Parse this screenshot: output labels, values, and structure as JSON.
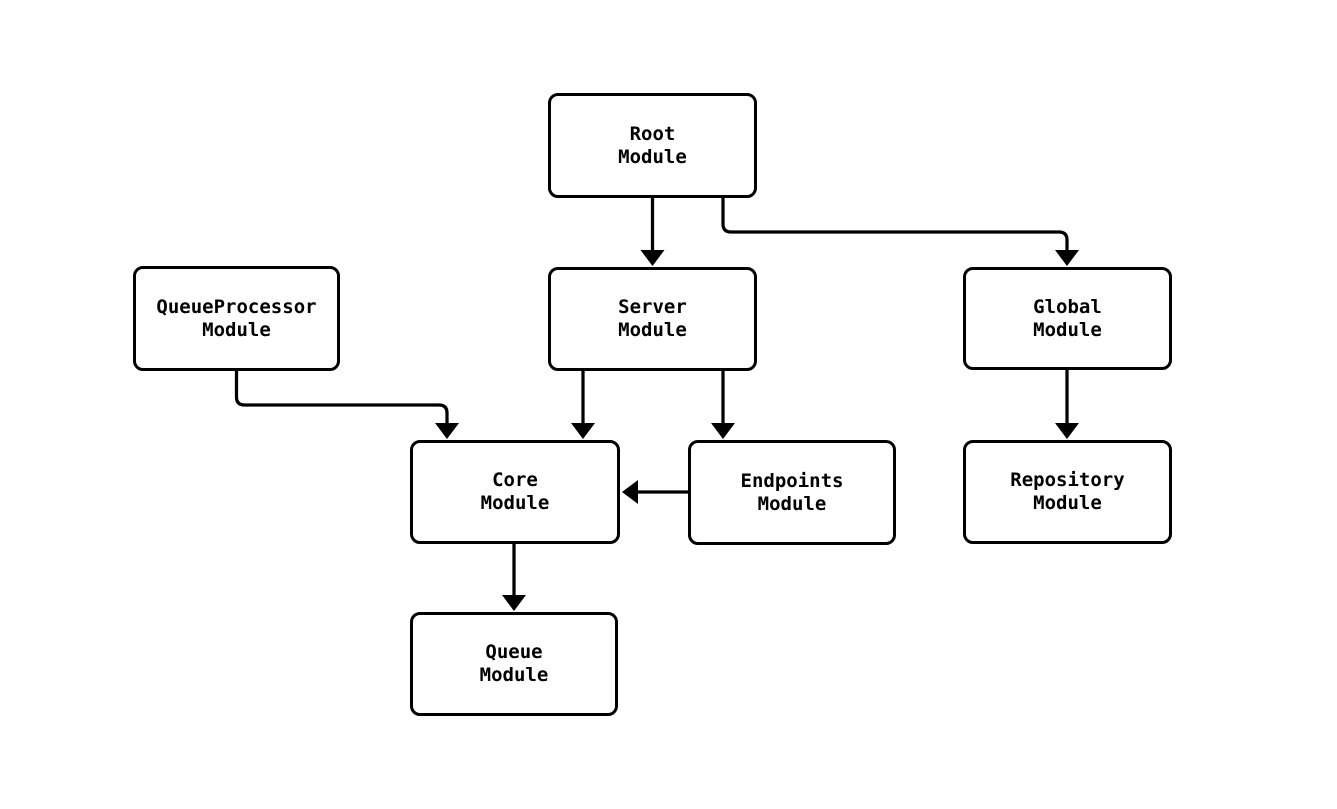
{
  "diagram": {
    "type": "flowchart",
    "background_color": "#ffffff",
    "node_fill_color": "#ffffff",
    "node_border_color": "#000000",
    "edge_color": "#000000",
    "text_color": "#000000",
    "nodes": [
      {
        "id": "root",
        "label": "Root\nModule"
      },
      {
        "id": "queueprocessor",
        "label": "QueueProcessor\nModule"
      },
      {
        "id": "server",
        "label": "Server\nModule"
      },
      {
        "id": "global",
        "label": "Global\nModule"
      },
      {
        "id": "core",
        "label": "Core\nModule"
      },
      {
        "id": "endpoints",
        "label": "Endpoints\nModule"
      },
      {
        "id": "repository",
        "label": "Repository\nModule"
      },
      {
        "id": "queue",
        "label": "Queue\nModule"
      }
    ],
    "edges": [
      {
        "from": "Root Module",
        "to": "Server Module"
      },
      {
        "from": "Root Module",
        "to": "Global Module"
      },
      {
        "from": "QueueProcessor Module",
        "to": "Core Module"
      },
      {
        "from": "Server Module",
        "to": "Core Module"
      },
      {
        "from": "Server Module",
        "to": "Endpoints Module"
      },
      {
        "from": "Global Module",
        "to": "Repository Module"
      },
      {
        "from": "Endpoints Module",
        "to": "Core Module"
      },
      {
        "from": "Core Module",
        "to": "Queue Module"
      }
    ]
  }
}
